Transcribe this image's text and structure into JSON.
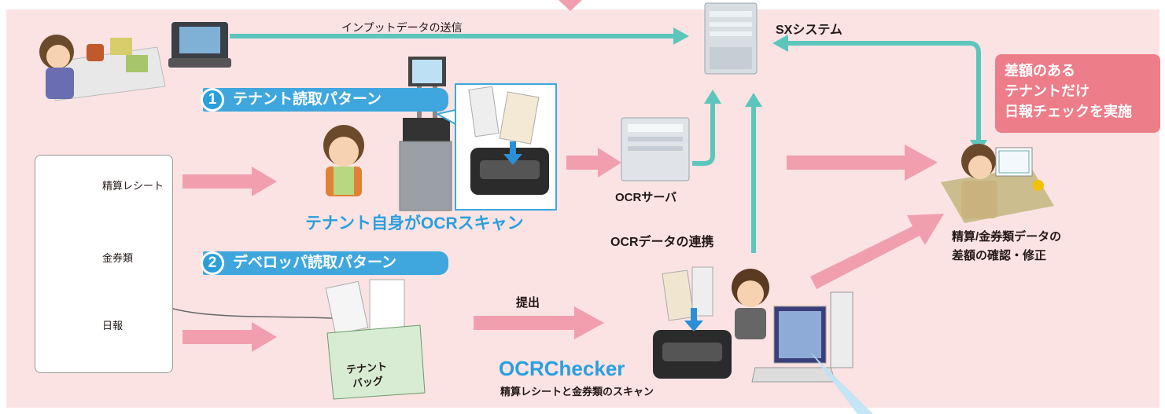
{
  "labels": {
    "input_send": "インプットデータの送信",
    "sx_system": "SXシステム",
    "pattern1": "テナント読取パターン",
    "pattern1_num": "1",
    "pattern2": "デベロッパ読取パターン",
    "pattern2_num": "2",
    "receipt": "精算レシート",
    "voucher": "金券類",
    "daily": "日報",
    "tenant_scan": "テナント自身がOCRスキャン",
    "ocr_server": "OCRサーバ",
    "ocr_data": "OCRデータの連携",
    "submit": "提出",
    "tenant_bag_1": "テナント",
    "tenant_bag_2": "バッグ",
    "ocrchecker": "OCRChecker",
    "ocrchecker_sub": "精算レシートと金券類のスキャン",
    "diff_check_1": "精算/金券類データの",
    "diff_check_2": "差額の確認・修正",
    "callout_1": "差額のある",
    "callout_2": "テナントだけ",
    "callout_3": "日報チェックを実施"
  },
  "colors": {
    "background_panel": "#fbe3e4",
    "arrow_pink": "#f19fae",
    "arrow_teal": "#5cc6bd",
    "accent_blue": "#2a9fdc",
    "callout_red": "#ee7d8a"
  }
}
